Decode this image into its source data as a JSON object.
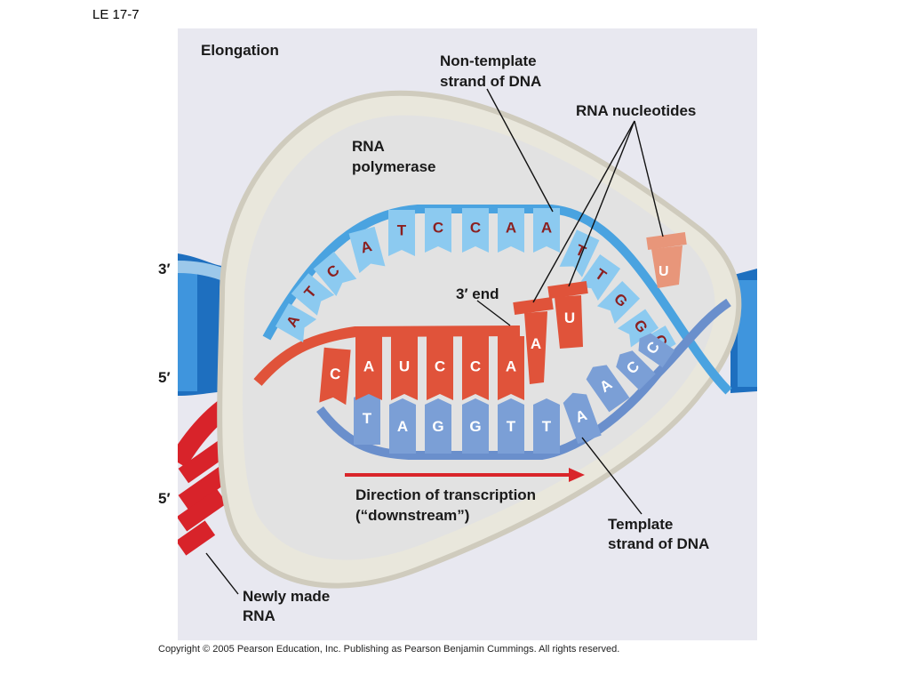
{
  "slide_id": "LE 17-7",
  "title": "Elongation",
  "labels": {
    "non_template_line1": "Non-template",
    "non_template_line2": "strand of DNA",
    "rna_nucleotides": "RNA nucleotides",
    "rna_polymerase_line1": "RNA",
    "rna_polymerase_line2": "polymerase",
    "three_prime_end": "3′  end",
    "direction_line1": "Direction of transcription",
    "direction_line2": "(“downstream”)",
    "template_line1": "Template",
    "template_line2": "strand of DNA",
    "newly_made_line1": "Newly made",
    "newly_made_line2": "RNA",
    "end_3prime_left": "3′",
    "end_5prime_left": "5′",
    "end_5prime_rna": "5′"
  },
  "bases": {
    "non_template": [
      "A",
      "T",
      "C",
      "A",
      "T",
      "C",
      "C",
      "A",
      "A",
      "T",
      "T",
      "G",
      "G",
      "C"
    ],
    "rna": [
      "C",
      "A",
      "U",
      "C",
      "C",
      "A",
      "A",
      "U"
    ],
    "template": [
      "T",
      "A",
      "G",
      "G",
      "T",
      "T",
      "A",
      "A",
      "C",
      "C"
    ],
    "incoming_nucleotides": [
      "U"
    ]
  },
  "colors": {
    "non_template_strand": "#5aaee0",
    "template_strand": "#6a8fcc",
    "rna": "#e0533a",
    "nucleotide": "#e8967a",
    "polymerase": "#ebe8dc",
    "arrow": "#d9252a"
  },
  "copyright": "Copyright ©  2005 Pearson Education, Inc. Publishing as Pearson Benjamin Cummings. All rights reserved."
}
